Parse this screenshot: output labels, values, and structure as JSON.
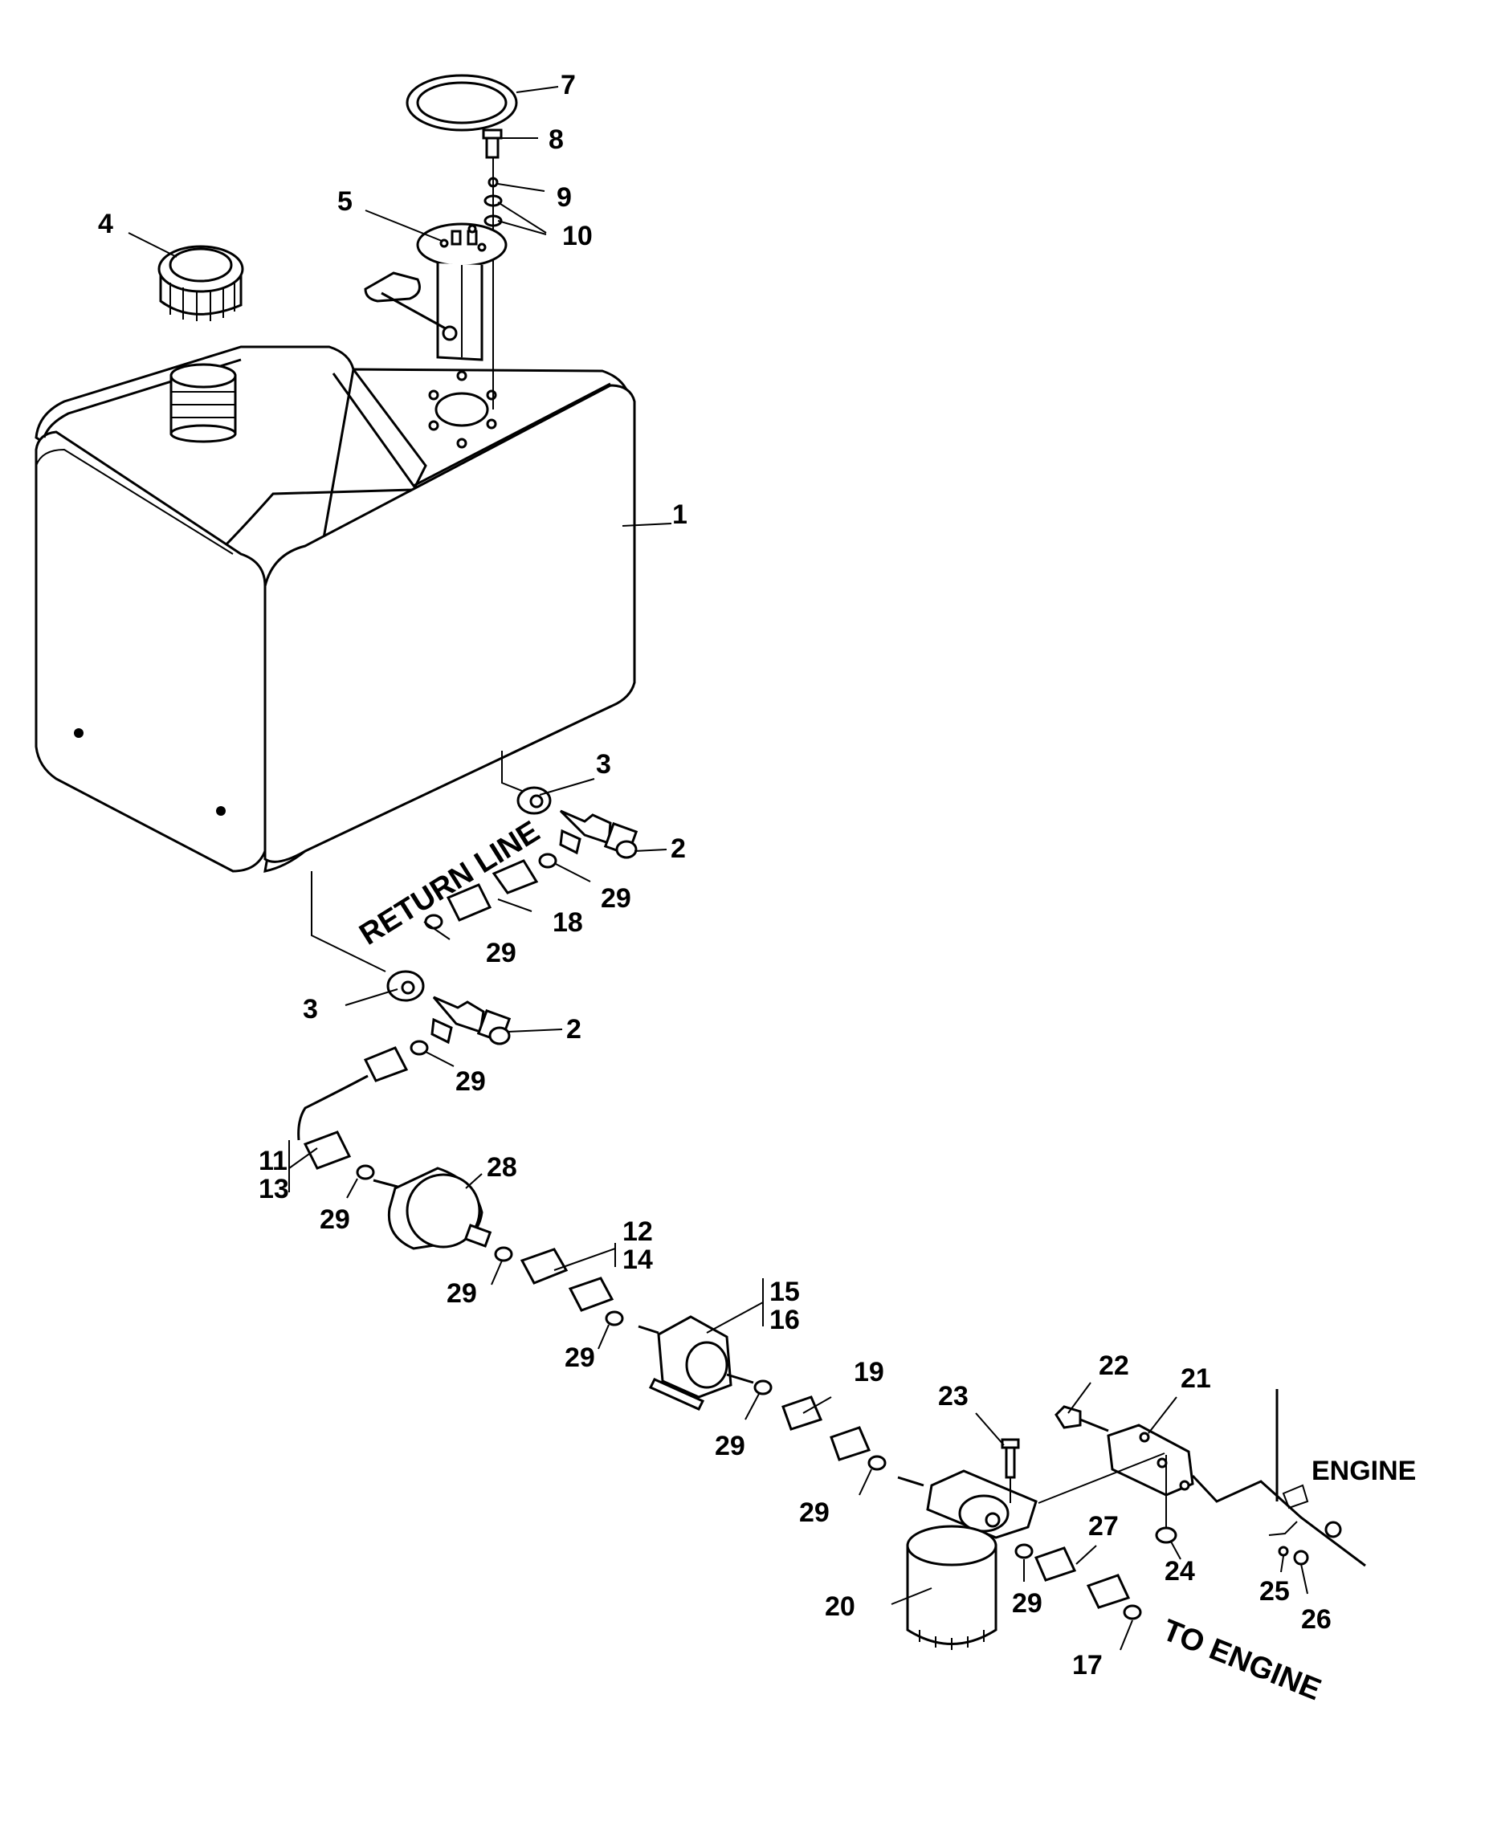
{
  "diagram": {
    "callouts": {
      "c1": "1",
      "c2a": "2",
      "c2b": "2",
      "c3a": "3",
      "c3b": "3",
      "c4": "4",
      "c5": "5",
      "c7": "7",
      "c8": "8",
      "c9": "9",
      "c10": "10",
      "c11": "11",
      "c12": "12",
      "c13": "13",
      "c14": "14",
      "c15": "15",
      "c16": "16",
      "c17": "17",
      "c18": "18",
      "c19": "19",
      "c20": "20",
      "c21": "21",
      "c22": "22",
      "c23": "23",
      "c24": "24",
      "c25": "25",
      "c26": "26",
      "c27": "27",
      "c28": "28",
      "c29a": "29",
      "c29b": "29",
      "c29c": "29",
      "c29d": "29",
      "c29e": "29",
      "c29f": "29",
      "c29g": "29",
      "c29h": "29",
      "c29i": "29"
    },
    "labels": {
      "return_line": "RETURN LINE",
      "engine": "ENGINE",
      "to_engine": "TO ENGINE"
    }
  }
}
